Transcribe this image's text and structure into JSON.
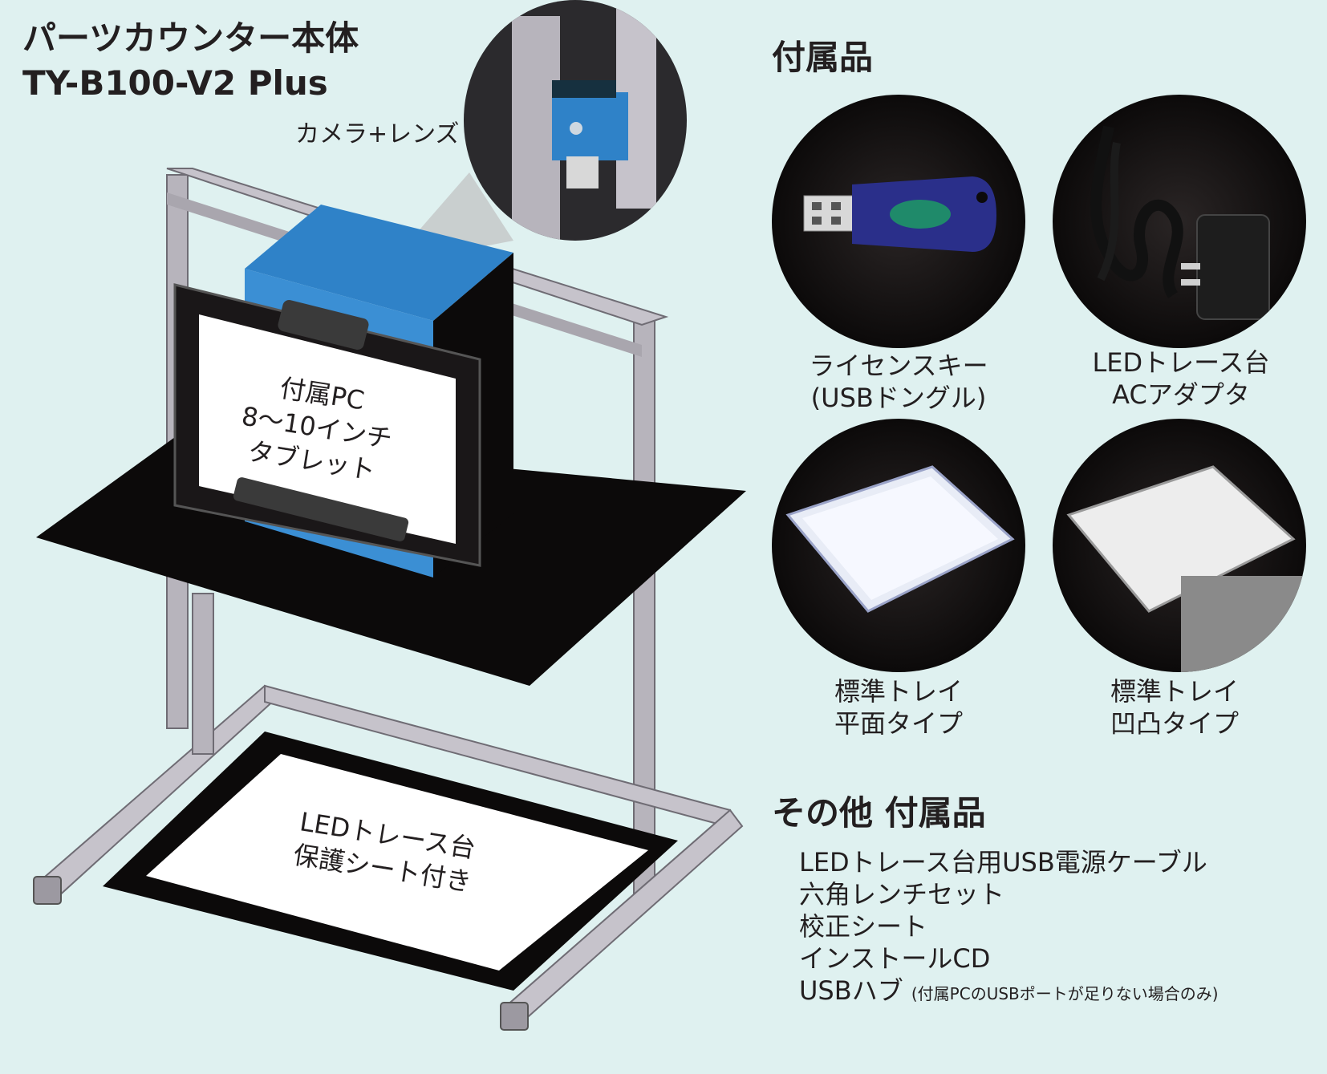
{
  "product": {
    "title_line1": "パーツカウンター本体",
    "title_line2": "TY-B100-V2 Plus"
  },
  "callouts": {
    "camera": "カメラ+レンズ",
    "pc_line1": "付属PC",
    "pc_line2": "8〜10インチ",
    "pc_line3": "タブレット",
    "led_line1": "LEDトレース台",
    "led_line2": "保護シート付き"
  },
  "accessories": {
    "heading": "付属品",
    "items": [
      {
        "line1": "ライセンスキー",
        "line2": "(USBドングル)",
        "icon": "usb-dongle-icon"
      },
      {
        "line1": "LEDトレース台",
        "line2": "ACアダプタ",
        "icon": "ac-adapter-icon"
      },
      {
        "line1": "標準トレイ",
        "line2": "平面タイプ",
        "icon": "flat-tray-icon"
      },
      {
        "line1": "標準トレイ",
        "line2": "凹凸タイプ",
        "icon": "textured-tray-icon"
      }
    ]
  },
  "other": {
    "heading": "その他 付属品",
    "items": [
      "LEDトレース台用USB電源ケーブル",
      "六角レンチセット",
      "校正シート",
      "インストールCD",
      "USBハブ"
    ],
    "note": "(付属PCのUSBポートが足りない場合のみ)"
  },
  "colors": {
    "background": "#dff1f0",
    "frame": "#b7b4bc",
    "camera_box": "#2f82c8",
    "dark": "#0c0a0a"
  }
}
